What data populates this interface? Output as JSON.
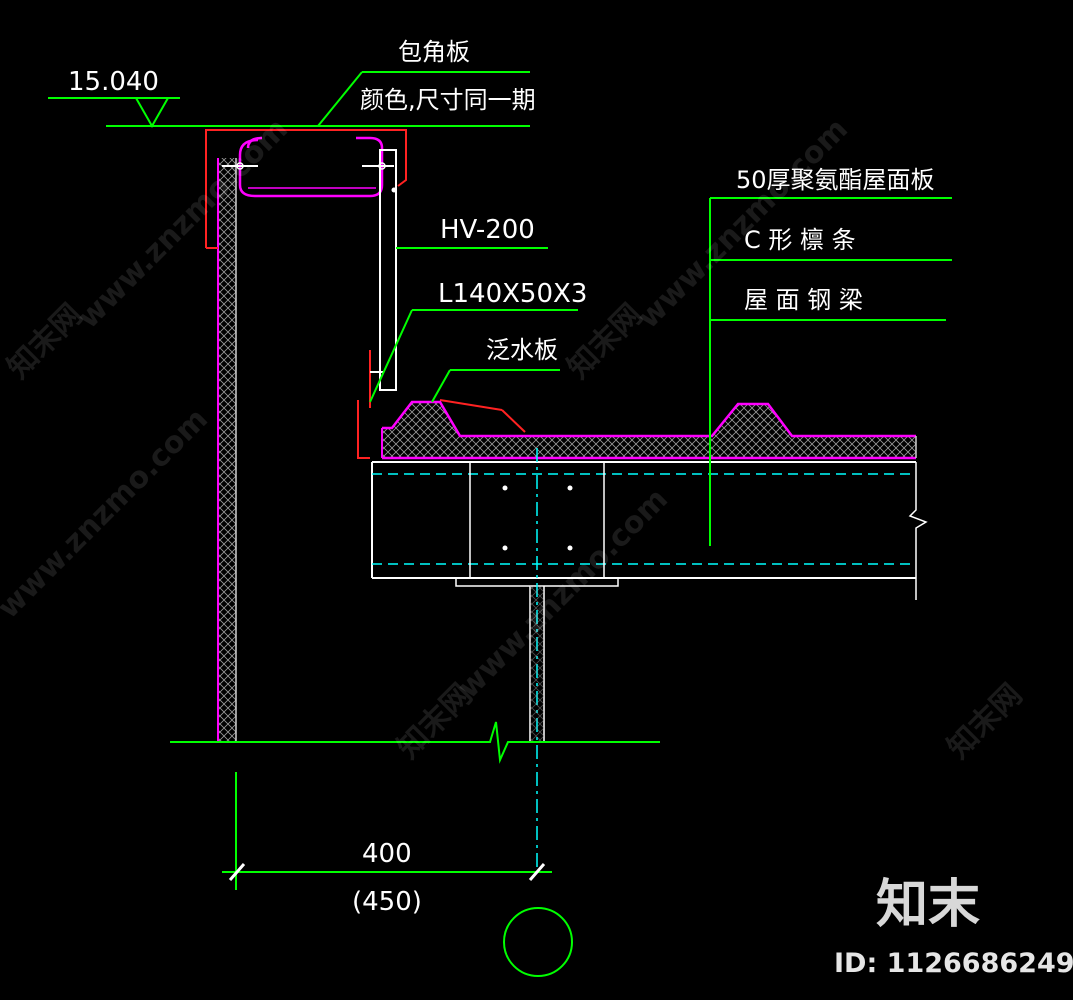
{
  "drawing": {
    "elevation": "15.040",
    "corner_panel": "包角板",
    "corner_panel_note": "颜色,尺寸同一期",
    "hv_bracket": "HV-200",
    "angle": "L140X50X3",
    "flashing": "泛水板",
    "roof_layers": [
      "50厚聚氨酯屋面板",
      "C 形 檩 条",
      "屋 面 钢 梁"
    ],
    "dimension_main": "400",
    "dimension_alt": "(450)"
  },
  "branding": {
    "logo_text": "知末",
    "id_text": "ID: 1126686249",
    "watermark_cn": "知末网",
    "watermark_url": "www.znzmo.com"
  },
  "colors": {
    "background": "#000000",
    "leader_lines": "#00ff00",
    "insulation": "#ff00ff",
    "flashing": "#ff2222",
    "steel": "#ffffff",
    "centerline": "#00ffff"
  }
}
